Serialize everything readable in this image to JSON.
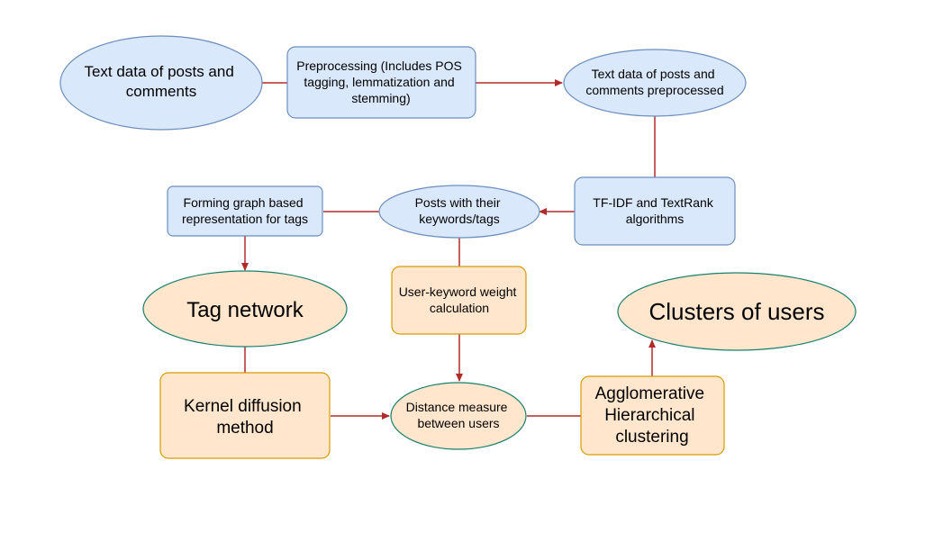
{
  "colors": {
    "blue_fill": "#dae8fc",
    "blue_stroke": "#6c8ebf",
    "orange_fill": "#ffe6cc",
    "orange_stroke": "#d79b00",
    "green_stroke": "#1a7f6b",
    "edge": "#b22b2b",
    "text": "#000000"
  },
  "nodes": {
    "text_data": {
      "lines": [
        "Text data of posts and",
        "comments"
      ]
    },
    "preprocessing": {
      "lines": [
        "Preprocessing (Includes POS",
        "tagging, lemmatization and",
        "stemming)"
      ]
    },
    "preprocessed": {
      "lines": [
        "Text data of posts and",
        "comments preprocessed"
      ]
    },
    "tfidf": {
      "lines": [
        "TF-IDF and TextRank",
        "algorithms"
      ]
    },
    "posts_keywords": {
      "lines": [
        "Posts with their",
        "keywords/tags"
      ]
    },
    "graph_repr": {
      "lines": [
        "Forming graph based",
        "representation for tags"
      ]
    },
    "tag_network": {
      "lines": [
        "Tag network"
      ]
    },
    "weight_calc": {
      "lines": [
        "User-keyword weight",
        "calculation"
      ]
    },
    "clusters": {
      "lines": [
        "Clusters of users"
      ]
    },
    "kernel": {
      "lines": [
        "Kernel diffusion",
        "method"
      ]
    },
    "distance": {
      "lines": [
        "Distance measure",
        "between users"
      ]
    },
    "agglomerative": {
      "lines": [
        "Agglomerative",
        "Hierarchical",
        "clustering"
      ]
    }
  }
}
